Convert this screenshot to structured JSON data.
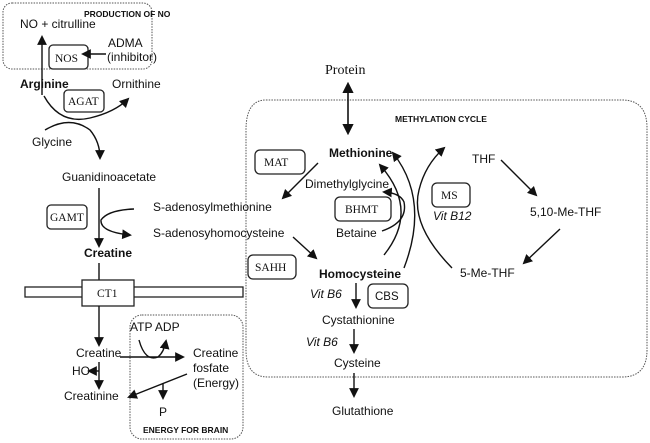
{
  "regions": {
    "production_of_no": "PRODUCTION OF NO",
    "methylation_cycle": "METHYLATION CYCLE",
    "energy_for_brain": "ENERGY FOR BRAIN"
  },
  "metabolites": {
    "no_citrulline": "NO + citrulline",
    "adma": "ADMA",
    "adma_note": "(inhibitor)",
    "arginine": "Arginine",
    "ornithine": "Ornithine",
    "glycine": "Glycine",
    "guanidinoacetate": "Guanidinoacetate",
    "sam": "S-adenosylmethionine",
    "sah": "S-adenosyhomocysteine",
    "creatine": "Creatine",
    "creatine_cell": "Creatine",
    "h2o": "HO",
    "creatinine": "Creatinine",
    "atp_adp": "ATP ADP",
    "creatine_fosfate_1": "Creatine",
    "creatine_fosfate_2": "fosfate",
    "creatine_fosfate_3": "(Energy)",
    "pi": "P",
    "protein": "Protein",
    "methionine": "Methionine",
    "dimethylglycine": "Dimethylglycine",
    "betaine": "Betaine",
    "homocysteine": "Homocysteine",
    "cystathionine": "Cystathionine",
    "cysteine": "Cysteine",
    "glutathione": "Glutathione",
    "thf": "THF",
    "methylene_thf": "5,10-Me-THF",
    "methyl_thf": "5-Me-THF"
  },
  "enzymes": {
    "nos": "NOS",
    "agat": "AGAT",
    "gamt": "GAMT",
    "ct1": "CT1",
    "mat": "MAT",
    "bhmt": "BHMT",
    "ms": "MS",
    "sahh": "SAHH",
    "cbs": "CBS"
  },
  "cofactors": {
    "vit_b12": "Vit B12",
    "vit_b6_a": "Vit B6",
    "vit_b6_b": "Vit B6"
  }
}
